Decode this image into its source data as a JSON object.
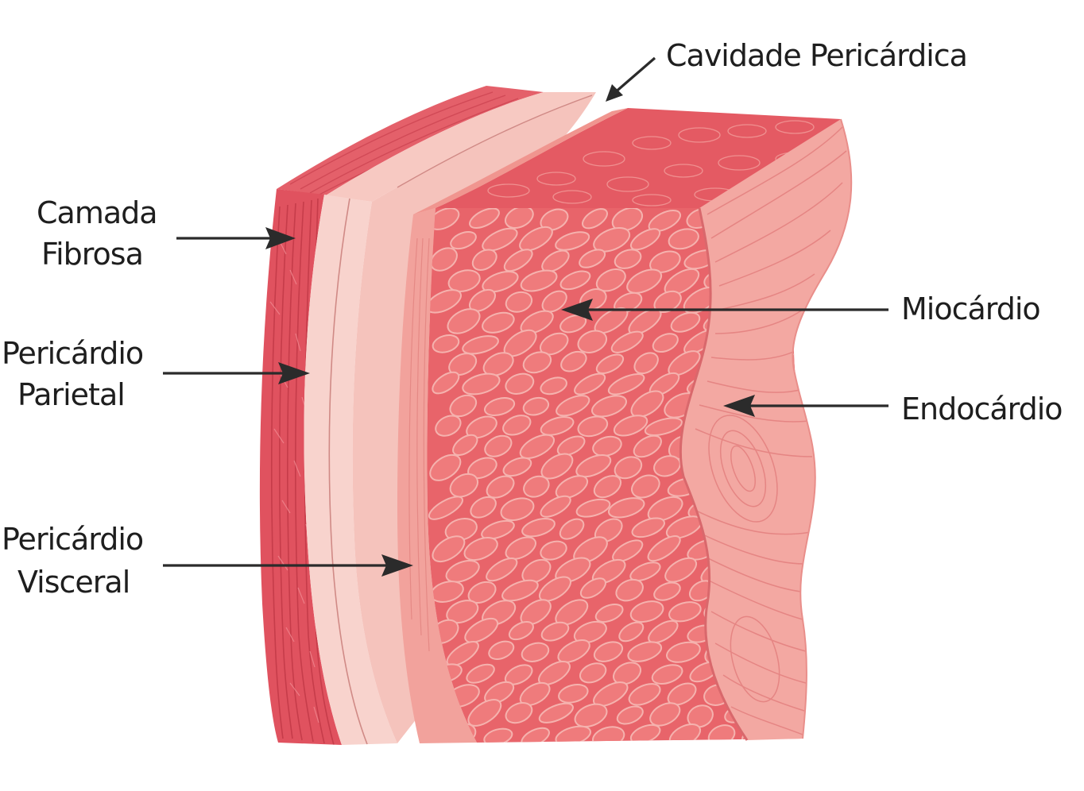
{
  "diagram": {
    "labels": {
      "cavidade": "Cavidade Pericárdica",
      "fibrosa_line1": "Camada",
      "fibrosa_line2": "Fibrosa",
      "parietal_line1": "Pericárdio",
      "parietal_line2": "Parietal",
      "visceral_line1": "Pericárdio",
      "visceral_line2": "Visceral",
      "miocardio": "Miocárdio",
      "endocardio": "Endocárdio"
    },
    "colors": {
      "fibrous": "#e0525f",
      "fibrous_dark": "#c93b4a",
      "serous": "#f8d3cd",
      "visceral": "#f2a29c",
      "myocardium": "#e8646a",
      "myocardium_cell": "#ef7b7c",
      "myocardium_line": "#f5b2ae",
      "endocardium": "#f3a8a2",
      "endocardium_line": "#e27c7c",
      "text": "#1e1e1e",
      "arrow": "#2b2b2b"
    }
  }
}
